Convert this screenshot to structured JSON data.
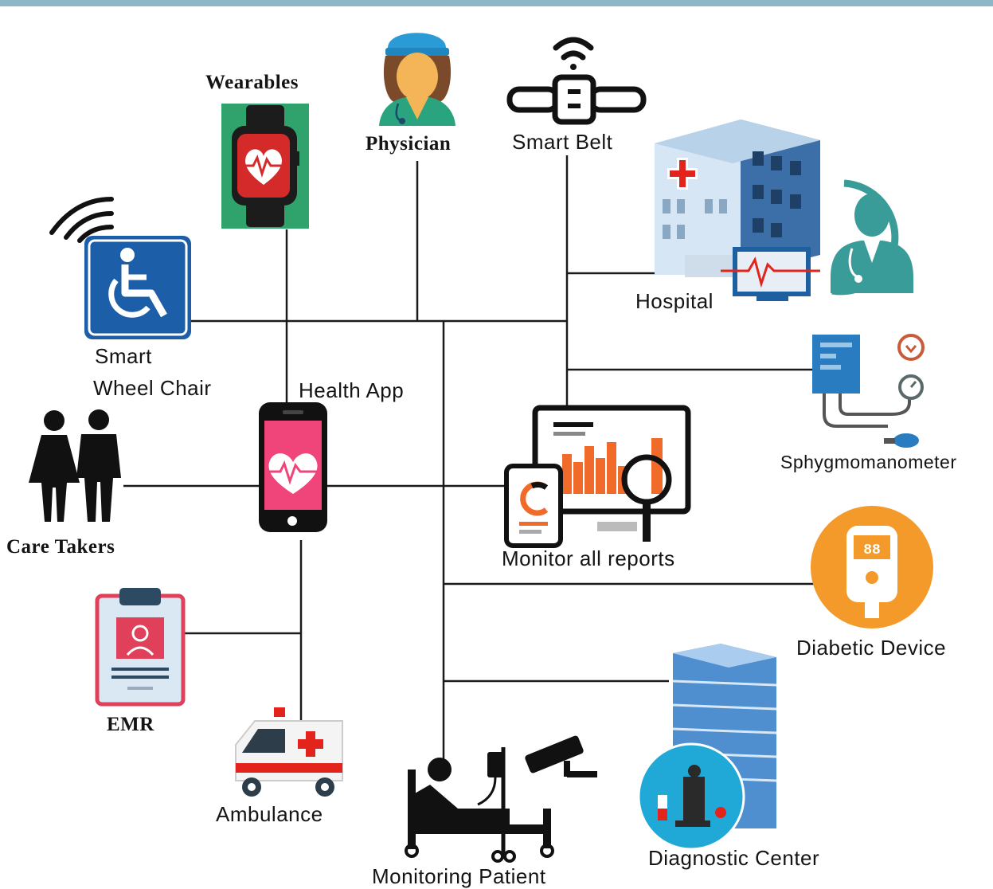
{
  "diagram": {
    "nodes": {
      "wearables": "Wearables",
      "physician": "Physician",
      "smart_belt": "Smart  Belt",
      "hospital": "Hospital",
      "smart_wheel_chair_line1": "Smart",
      "smart_wheel_chair_line2": "Wheel  Chair",
      "health_app": "Health App",
      "sphygmomanometer": "Sphygmomanometer",
      "care_takers": "Care Takers",
      "monitor_reports": "Monitor  all reports",
      "diabetic_device": "Diabetic  Device",
      "emr": "EMR",
      "ambulance": "Ambulance",
      "diagnostic_center": "Diagnostic  Center",
      "monitoring_patient": "Monitoring  Patient"
    },
    "icons": {
      "wearables": "smartwatch-heart-icon",
      "physician": "female-doctor-icon",
      "smart_belt": "smart-belt-wifi-icon",
      "hospital": "hospital-building-icon",
      "doctor_badge": "doctor-avatar-icon",
      "smart_wheel_chair": "wheelchair-wifi-icon",
      "health_app": "phone-heart-icon",
      "sphygmomanometer": "blood-pressure-monitor-icon",
      "care_takers": "caretakers-people-icon",
      "monitor_reports": "reports-dashboard-icon",
      "diabetic_device": "glucose-meter-icon",
      "emr": "medical-record-clipboard-icon",
      "ambulance": "ambulance-icon",
      "diagnostic_center": "diagnostic-center-icon",
      "monitoring_patient": "patient-bed-camera-icon"
    },
    "colors": {
      "top_bar": "#8fb6c6",
      "connector": "#1a1a1a",
      "wheelchair_blue": "#1c5ea8",
      "watch_green": "#2fa36b",
      "heart_red": "#d42a2a",
      "app_pink": "#f0457a",
      "orange": "#f39a2a",
      "teal": "#3a9c98",
      "hospital_blue": "#3c6fa8"
    }
  }
}
